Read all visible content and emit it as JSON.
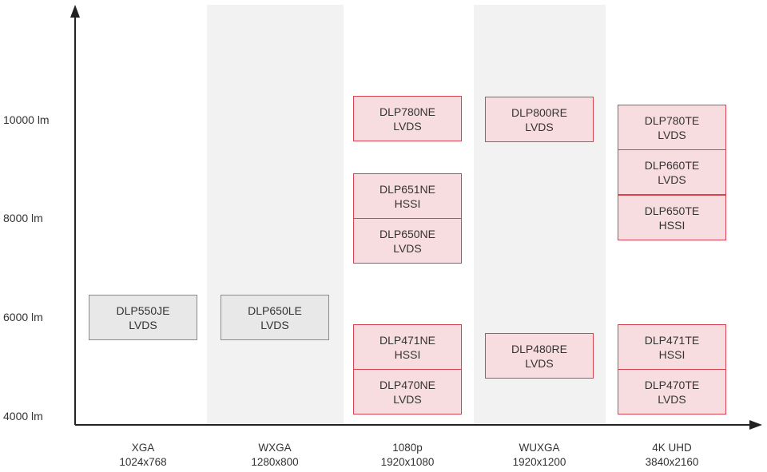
{
  "y_axis": {
    "labels": [
      "10000 lm",
      "8000 lm",
      "6000 lm",
      "4000 lm"
    ]
  },
  "columns": [
    {
      "name": "XGA",
      "resolution": "1024x768",
      "shaded": false
    },
    {
      "name": "WXGA",
      "resolution": "1280x800",
      "shaded": true
    },
    {
      "name": "1080p",
      "resolution": "1920x1080",
      "shaded": false
    },
    {
      "name": "WUXGA",
      "resolution": "1920x1200",
      "shaded": true
    },
    {
      "name": "4K UHD",
      "resolution": "3840x2160",
      "shaded": false
    }
  ],
  "chips": [
    {
      "name": "DLP550JE",
      "interface": "LVDS",
      "style": "gray"
    },
    {
      "name": "DLP650LE",
      "interface": "LVDS",
      "style": "gray"
    },
    {
      "name": "DLP780NE",
      "interface": "LVDS",
      "style": "red"
    },
    {
      "name": "DLP651NE",
      "interface": "HSSI",
      "style": "red"
    },
    {
      "name": "DLP650NE",
      "interface": "LVDS",
      "style": "red"
    },
    {
      "name": "DLP471NE",
      "interface": "HSSI",
      "style": "red"
    },
    {
      "name": "DLP470NE",
      "interface": "LVDS",
      "style": "red"
    },
    {
      "name": "DLP800RE",
      "interface": "LVDS",
      "style": "red"
    },
    {
      "name": "DLP480RE",
      "interface": "LVDS",
      "style": "red"
    },
    {
      "name": "DLP780TE",
      "interface": "LVDS",
      "style": "red"
    },
    {
      "name": "DLP660TE",
      "interface": "LVDS",
      "style": "red"
    },
    {
      "name": "DLP650TE",
      "interface": "HSSI",
      "style": "red"
    },
    {
      "name": "DLP471TE",
      "interface": "HSSI",
      "style": "red"
    },
    {
      "name": "DLP470TE",
      "interface": "LVDS",
      "style": "red"
    }
  ],
  "colors": {
    "accent_fill": "#f8dde0",
    "accent_border": "#d9434f",
    "neutral_fill": "#e8e8e8",
    "neutral_border": "#8a8a8a",
    "band": "#f2f2f2",
    "axis": "#222222"
  }
}
